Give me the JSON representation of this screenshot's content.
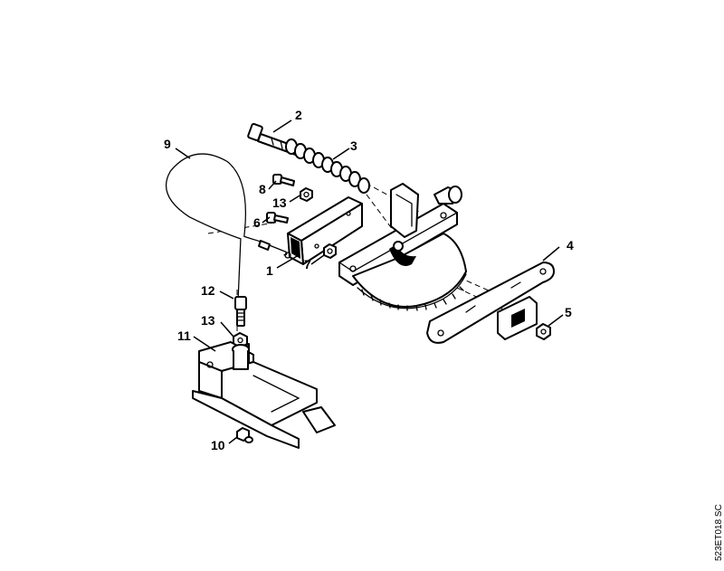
{
  "callouts": [
    {
      "label": "1"
    },
    {
      "label": "2"
    },
    {
      "label": "3"
    },
    {
      "label": "4"
    },
    {
      "label": "5"
    },
    {
      "label": "6"
    },
    {
      "label": "7"
    },
    {
      "label": "8"
    },
    {
      "label": "9"
    },
    {
      "label": "10"
    },
    {
      "label": "11"
    },
    {
      "label": "12"
    },
    {
      "label": "13"
    },
    {
      "label": "13"
    }
  ],
  "drawing_number": "523ET018 SC"
}
